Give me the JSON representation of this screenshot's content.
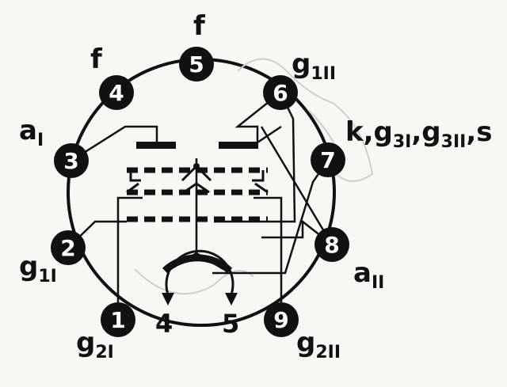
{
  "colors": {
    "ink": "#111111",
    "pin_fill": "#111111",
    "pin_text": "#ffffff",
    "paper": "#f7f7f5"
  },
  "pins": {
    "p1": "1",
    "p2": "2",
    "p3": "3",
    "p4": "4",
    "p5": "5",
    "p6": "6",
    "p7": "7",
    "p8": "8",
    "p9": "9"
  },
  "labels": {
    "f_top": "f",
    "f_left": "f",
    "g1II": {
      "main": "g",
      "sub": "1II"
    },
    "aI": {
      "main": "a",
      "sub": "I"
    },
    "k_group": {
      "k": "k,",
      "g3I_main": "g",
      "g3I_sub": "3I",
      "comma1": ",",
      "g3II_main": "g",
      "g3II_sub": "3II",
      "comma2": ",",
      "s": "s"
    },
    "g1I": {
      "main": "g",
      "sub": "1I"
    },
    "aII": {
      "main": "a",
      "sub": "II"
    },
    "g2I": {
      "main": "g",
      "sub": "2I"
    },
    "g2II": {
      "main": "g",
      "sub": "2II"
    }
  },
  "deflection": {
    "left": "4",
    "right": "5"
  }
}
